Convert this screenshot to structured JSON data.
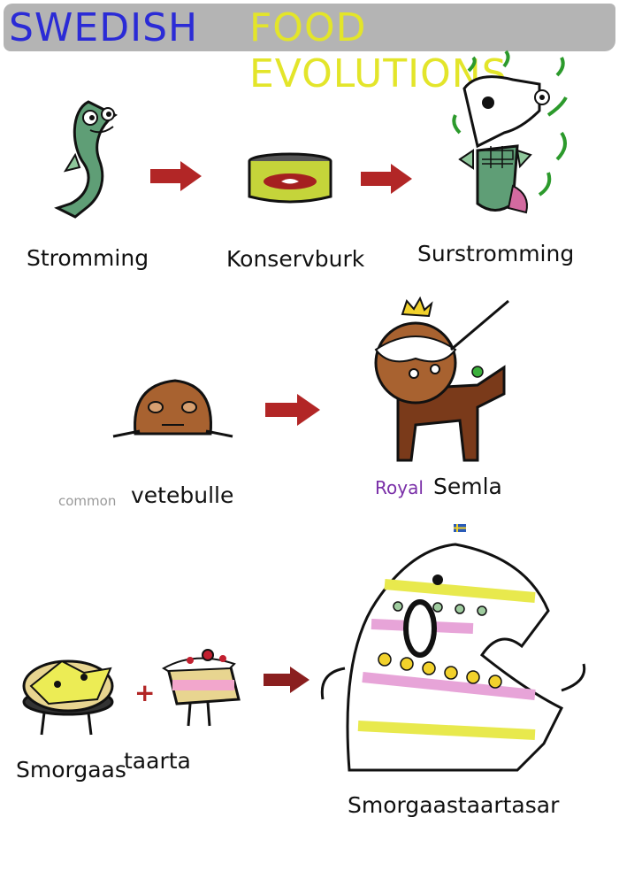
{
  "title": {
    "word1": "SWEDISH",
    "word2": "FOOD EVOLUTIONS",
    "word1_color": "#2b2bd6",
    "word2_color": "#e3e52a",
    "banner_color": "#b4b4b4"
  },
  "arrow_color": "#b22626",
  "rows": [
    {
      "items": [
        {
          "label": "Stromming",
          "icon": "green-fish-icon"
        },
        {
          "label": "Konservburk",
          "icon": "tin-can-icon"
        },
        {
          "label": "Surstromming",
          "icon": "rotten-skeleton-fish-icon"
        }
      ]
    },
    {
      "items": [
        {
          "prefix": "common",
          "label": "vetebulle",
          "icon": "sad-bun-icon"
        },
        {
          "prefix": "Royal",
          "label": "Semla",
          "icon": "semla-knight-on-gingerbread-horse-icon"
        }
      ]
    },
    {
      "items": [
        {
          "label": "Smorgaas",
          "icon": "cheese-sandwich-icon"
        },
        {
          "operator": "+"
        },
        {
          "label": "taarta",
          "icon": "cake-slice-icon"
        },
        {
          "label": "Smorgaastaartasar",
          "icon": "sandwich-cake-monster-icon"
        }
      ]
    }
  ]
}
